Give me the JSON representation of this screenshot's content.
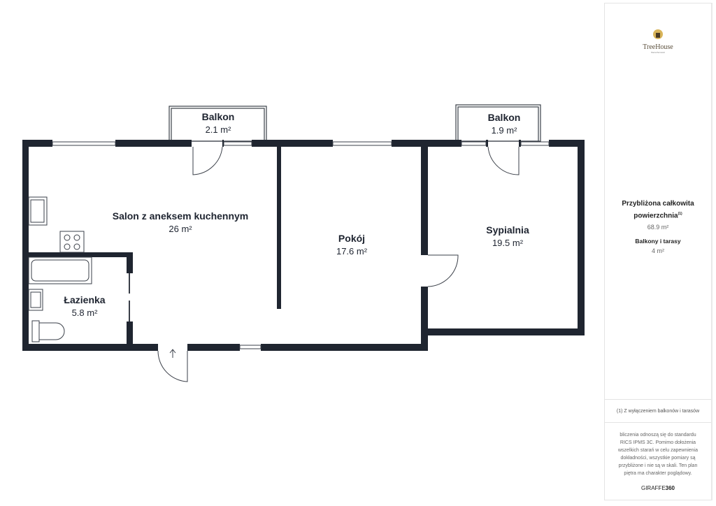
{
  "rooms": [
    {
      "name": "Balkon",
      "area": "2.1 m²"
    },
    {
      "name": "Balkon",
      "area": "1.9 m²"
    },
    {
      "name": "Salon z aneksem kuchennym",
      "area": "26 m²"
    },
    {
      "name": "Pokój",
      "area": "17.6 m²"
    },
    {
      "name": "Sypialnia",
      "area": "19.5 m²"
    },
    {
      "name": "Łazienka",
      "area": "5.8 m²"
    }
  ],
  "panel": {
    "logo_text": "TreeHouse",
    "logo_sub": "Nieruchomości",
    "total_label": "Przybliżona całkowita powierzchnia",
    "total_sup": "(1)",
    "total_value": "68.9 m²",
    "balcony_label": "Balkony i tarasy",
    "balcony_value": "4 m²",
    "footnote": "(1) Z wyłączeniem balkonów i tarasów",
    "disclaimer": "bliczenia odnoszą się do standardu RICS IPMS 3C. Pomimo dołożenia wszelkich starań w celu zapewnienia dokładności, wszystkie pomiary są przybliżone i nie są w skali. Ten plan piętra ma charakter poglądowy.",
    "brand_a": "GIRAFFE",
    "brand_b": "360"
  },
  "colors": {
    "wall": "#1f2530",
    "line": "#3a3f48"
  }
}
